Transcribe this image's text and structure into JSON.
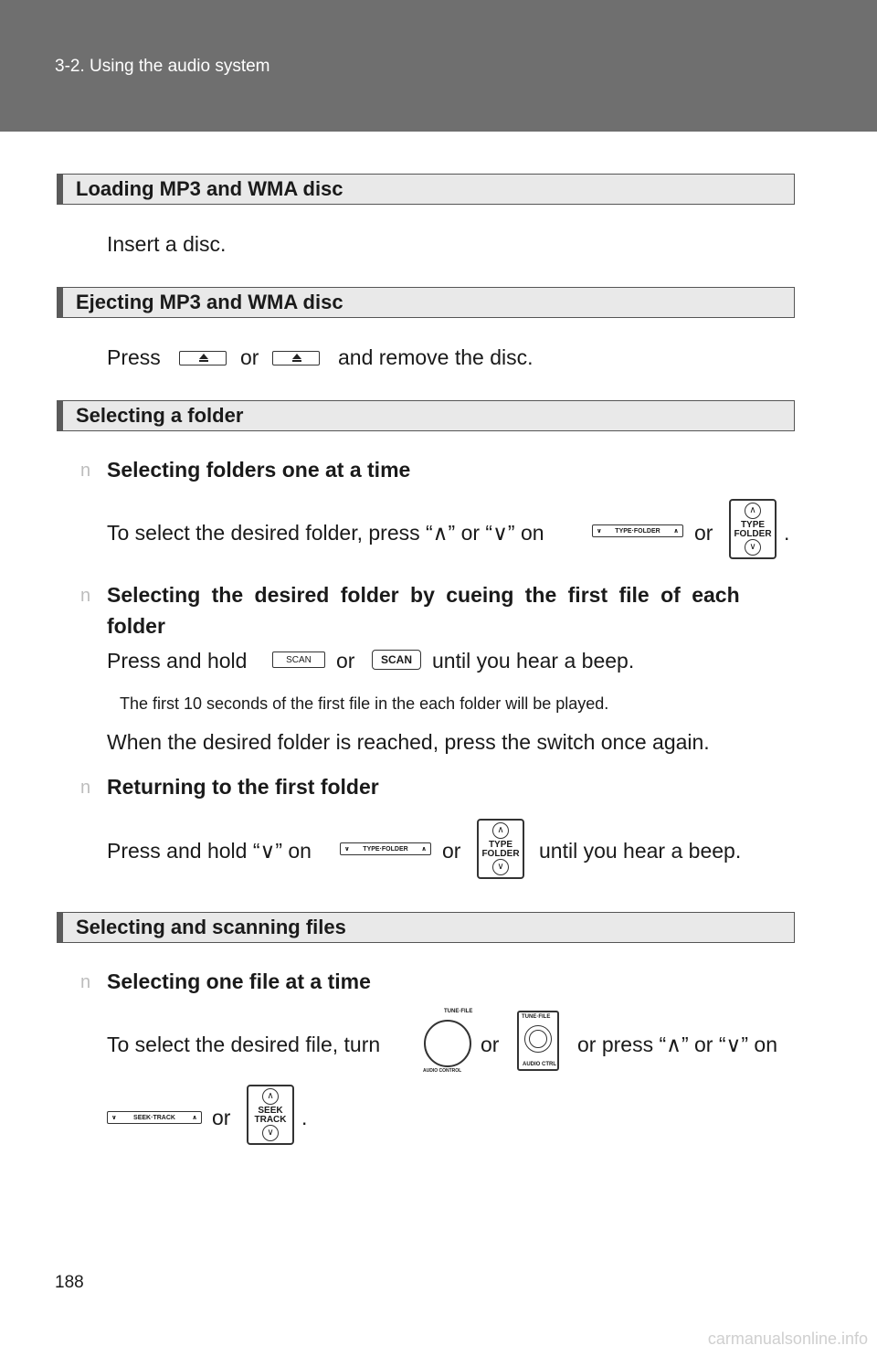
{
  "header": {
    "breadcrumb": "3-2. Using the audio system"
  },
  "sections": {
    "loading": {
      "title": "Loading MP3 and WMA disc",
      "body": "Insert a disc."
    },
    "ejecting": {
      "title": "Ejecting MP3 and WMA disc",
      "press": "Press",
      "or": "or",
      "rest": "and remove the disc."
    },
    "folder": {
      "title": "Selecting a folder",
      "bullet": "n",
      "sub1": {
        "heading": "Selecting folders one at a time",
        "text": "To select the desired folder, press “∧” or “∨” on",
        "or": "or",
        "end": "."
      },
      "sub2": {
        "heading_line1": "Selecting the desired folder by cueing the first file of each",
        "heading_line2": "folder",
        "text_a": "Press and hold",
        "or": "or",
        "text_b": "until you hear a beep.",
        "note": "The first 10 seconds of the first file in the each folder will be played.",
        "after": "When the desired folder is reached, press the switch once again."
      },
      "sub3": {
        "heading": "Returning to the first folder",
        "text_a": "Press and hold “∨” on",
        "or": "or",
        "text_b": "until you hear a beep."
      }
    },
    "files": {
      "title": "Selecting and scanning files",
      "sub1": {
        "heading": "Selecting one file at a time",
        "text_a": "To select the desired file, turn",
        "or": "or",
        "text_b": "or press “∧” or “∨” on",
        "or2": "or",
        "end": "."
      }
    }
  },
  "buttons": {
    "type_folder_long": "TYPE·FOLDER",
    "type_folder_square_top": "TYPE",
    "type_folder_square_bottom": "FOLDER",
    "scan_thin": "SCAN",
    "scan_bold": "SCAN",
    "tune_file": "TUNE·FILE",
    "audio_control": "AUDIO CONTROL",
    "audio_ctrl": "AUDIO CTRL",
    "seek_track_long": "SEEK·TRACK",
    "seek_square_top": "SEEK",
    "seek_square_bottom": "TRACK",
    "up": "∧",
    "down": "∨"
  },
  "footer": {
    "page_number": "188",
    "watermark": "carmanualsonline.info"
  }
}
